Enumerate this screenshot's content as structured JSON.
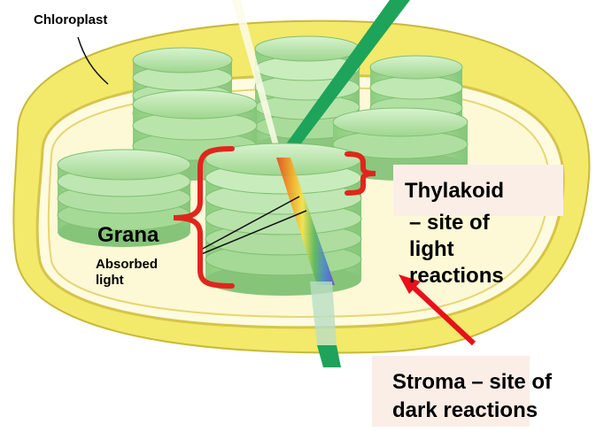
{
  "labels": {
    "chloroplast": "Chloroplast",
    "grana": "Grana",
    "absorbed_line1": "Absorbed",
    "absorbed_line2": "light",
    "thylakoid_line1": "Thylakoid",
    "thylakoid_line2": "– site of",
    "thylakoid_line3": "light",
    "thylakoid_line4": "reactions",
    "stroma_line1": "Stroma – site of",
    "stroma_line2": "dark reactions"
  },
  "colors": {
    "membrane": "#f3e96a",
    "stroma_fill": "#fbf6c4",
    "disc": "#a8dc98",
    "disc_dark": "#7cc072",
    "beam": "#1ea35a",
    "bracket": "#e0261c",
    "arrow": "#e8101a",
    "label_box": "#fbeee6"
  }
}
